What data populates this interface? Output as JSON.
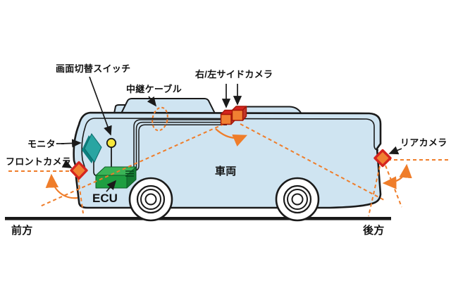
{
  "diagram": {
    "type": "vehicle-camera-system-side-view",
    "labels": {
      "screen_switch": "画面切替スイッチ",
      "relay_cable": "中継ケーブル",
      "side_camera": "右/左サイドカメラ",
      "monitor": "モニター",
      "front_camera": "フロントカメラ",
      "rear_camera": "リアカメラ",
      "vehicle": "車両",
      "ecu": "ECU",
      "front_direction": "前方",
      "rear_direction": "後方"
    },
    "colors": {
      "background": "#ffffff",
      "vehicle_body": "#cfe4f1",
      "outline": "#1a1a1a",
      "camera_body": "#f08032",
      "camera_accent": "#d5251f",
      "camera_side_shade": "#c0392b",
      "monitor_screen": "#29a5a2",
      "monitor_shade": "#0d7f7e",
      "ecu_front": "#1e9e41",
      "ecu_top": "#3ab457",
      "ecu_side": "#157a33",
      "switch_yellow": "#f6e63b",
      "fov_orange": "#ef7d2a",
      "ground": "#1a1a1a"
    }
  }
}
